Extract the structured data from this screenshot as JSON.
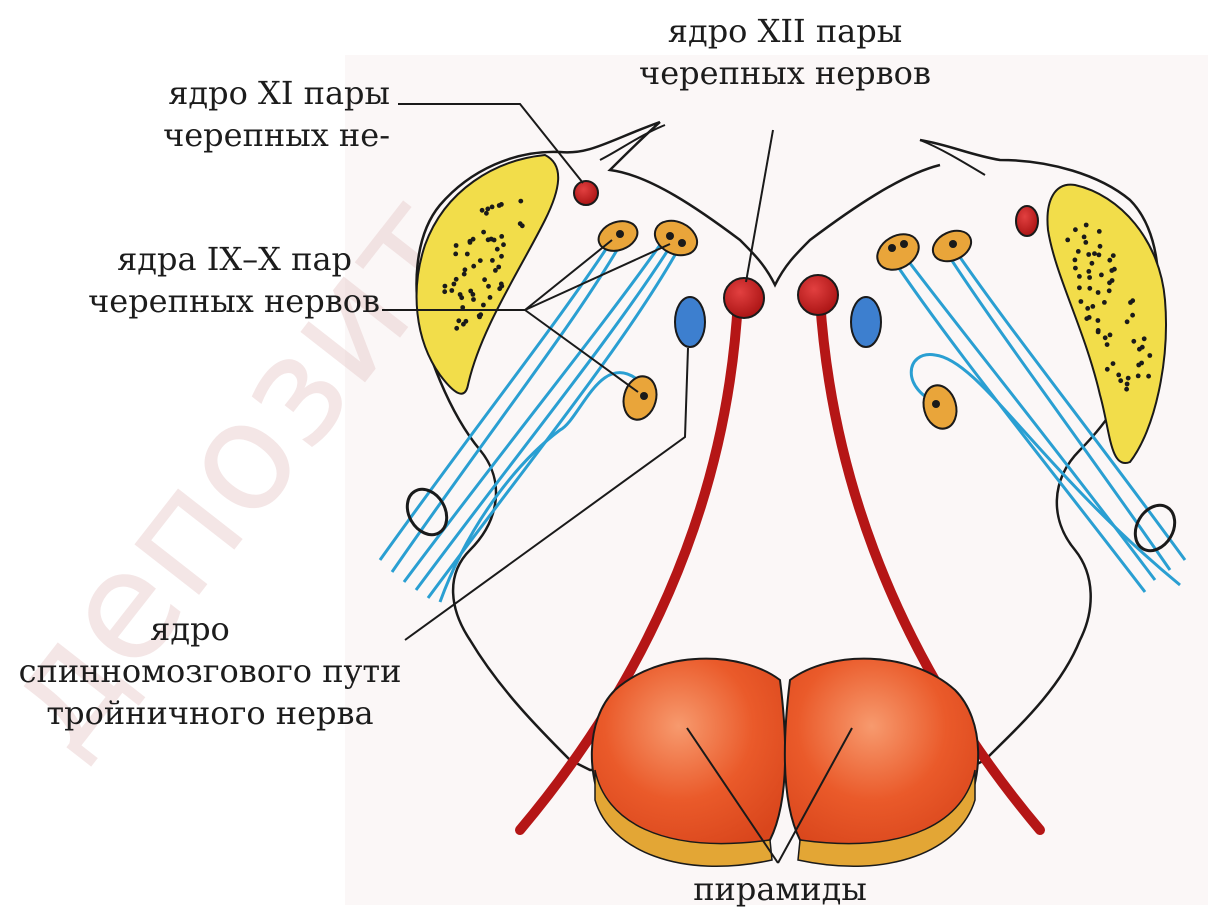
{
  "labels": {
    "xii_line1": "ядро XII пары",
    "xii_line2": "черепных нервов",
    "xi_line1": "ядро XI пары",
    "xi_line2": "черепных не-",
    "ix_x_line1": "ядра IX–X пар",
    "ix_x_line2": "черепных нервов",
    "trig_line1": "ядро",
    "trig_line2": "спинномозгового пути",
    "trig_line3": "тройничного нерва",
    "pyramids": "пирамиды"
  },
  "colors": {
    "outline": "#1a1a1a",
    "yellow_body": "#f2dd4a",
    "red_nucleus": "#c21c1c",
    "red_tract": "#b51616",
    "orange_nucleus": "#e9a53a",
    "blue_nucleus": "#3d7fcf",
    "blue_fibers": "#2a9fd2",
    "pyramid_fill": "#e8572b",
    "pyramid_rim": "#e3a635",
    "watermark": "#ddb8b8"
  }
}
